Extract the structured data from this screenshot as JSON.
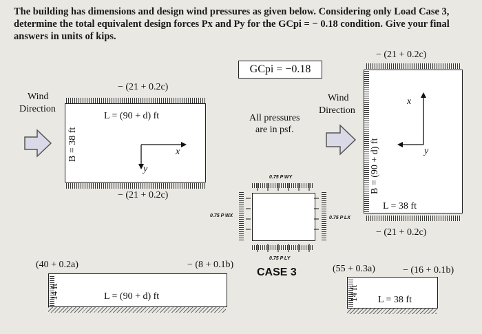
{
  "problem": {
    "line1": "The building has dimensions and design wind pressures as given below. Considering only Load Case 3,",
    "line2": "determine the total equivalent design forces Px and Py for the GCpi = − 0.18 condition. Give your final",
    "line3": "answers in units of kips."
  },
  "gc_box": "GCpi = −0.18",
  "all_pressures": {
    "line1": "All pressures",
    "line2": "are in psf."
  },
  "left_plan": {
    "wind_direction_1": "Wind",
    "wind_direction_2": "Direction",
    "top_pressure": "− (21 + 0.2c)",
    "bottom_pressure": "− (21 + 0.2c)",
    "length_label": "L = (90 + d) ft",
    "width_label": "B = 38 ft",
    "axis_x": "x",
    "axis_y": "y"
  },
  "right_plan": {
    "wind_direction_1": "Wind",
    "wind_direction_2": "Direction",
    "top_pressure": "− (21 + 0.2c)",
    "bottom_pressure": "− (21 + 0.2c)",
    "length_label": "L = 38 ft",
    "width_label": "B = (90 + d) ft",
    "axis_x": "x",
    "axis_y": "y"
  },
  "case3": {
    "label": "CASE 3",
    "pwy": "0.75 P WY",
    "pwx": "0.75 P WX",
    "plx": "0.75 P LX",
    "ply": "0.75 P LY"
  },
  "left_elevation": {
    "windward": "(40 + 0.2a)",
    "leeward": "− (8 + 0.1b)",
    "height": "14 ft",
    "length": "L = (90 + d) ft"
  },
  "right_elevation": {
    "windward": "(55 + 0.3a)",
    "leeward": "− (16 + 0.1b)",
    "height": "14 ft",
    "length": "L = 38 ft"
  }
}
